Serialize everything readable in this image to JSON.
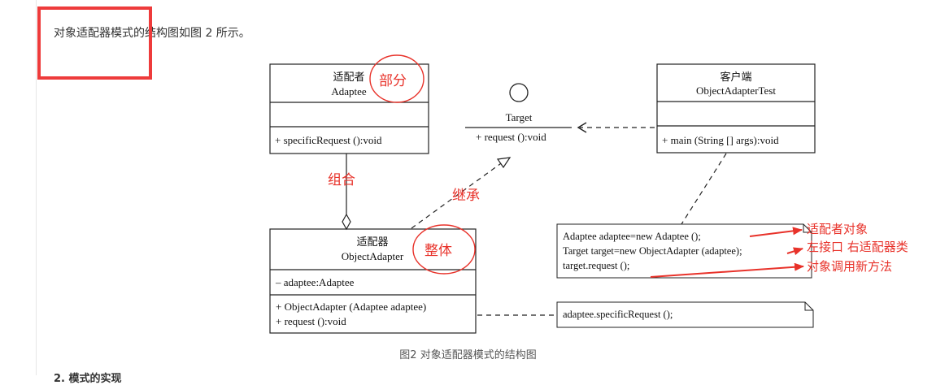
{
  "intro_text": "对象适配器模式的结构图如图 2 所示。",
  "caption": "图2 对象适配器模式的结构图",
  "footer_text": "2. 模式的实现",
  "colors": {
    "annotation_red": "#e8322a",
    "highlight_red": "#ee3b3b",
    "line": "#222222"
  },
  "adaptee": {
    "title_cn": "适配者",
    "title_en": "Adaptee",
    "method": "+ specificRequest ():void"
  },
  "target": {
    "name": "Target",
    "method": "+ request ():void"
  },
  "client": {
    "title_cn": "客户端",
    "title_en": "ObjectAdapterTest",
    "method": "+ main (String [] args):void"
  },
  "adapter": {
    "title_cn": "适配器",
    "title_en": "ObjectAdapter",
    "attribute": "– adaptee:Adaptee",
    "ctor": "+ ObjectAdapter (Adaptee adaptee)",
    "method": "+ request ():void"
  },
  "client_note": {
    "line1": "Adaptee adaptee=new Adaptee ();",
    "line2": "Target target=new ObjectAdapter (adaptee);",
    "line3": "target.request ();"
  },
  "adapter_note": {
    "line1": "adaptee.specificRequest ();"
  },
  "annotations": {
    "part": "部分",
    "whole": "整体",
    "composition": "组合",
    "inherit": "继承",
    "adaptee_object": "适配者对象",
    "interface_adapter": "左接口 右适配器类",
    "call_new_method": "对象调用新方法"
  }
}
